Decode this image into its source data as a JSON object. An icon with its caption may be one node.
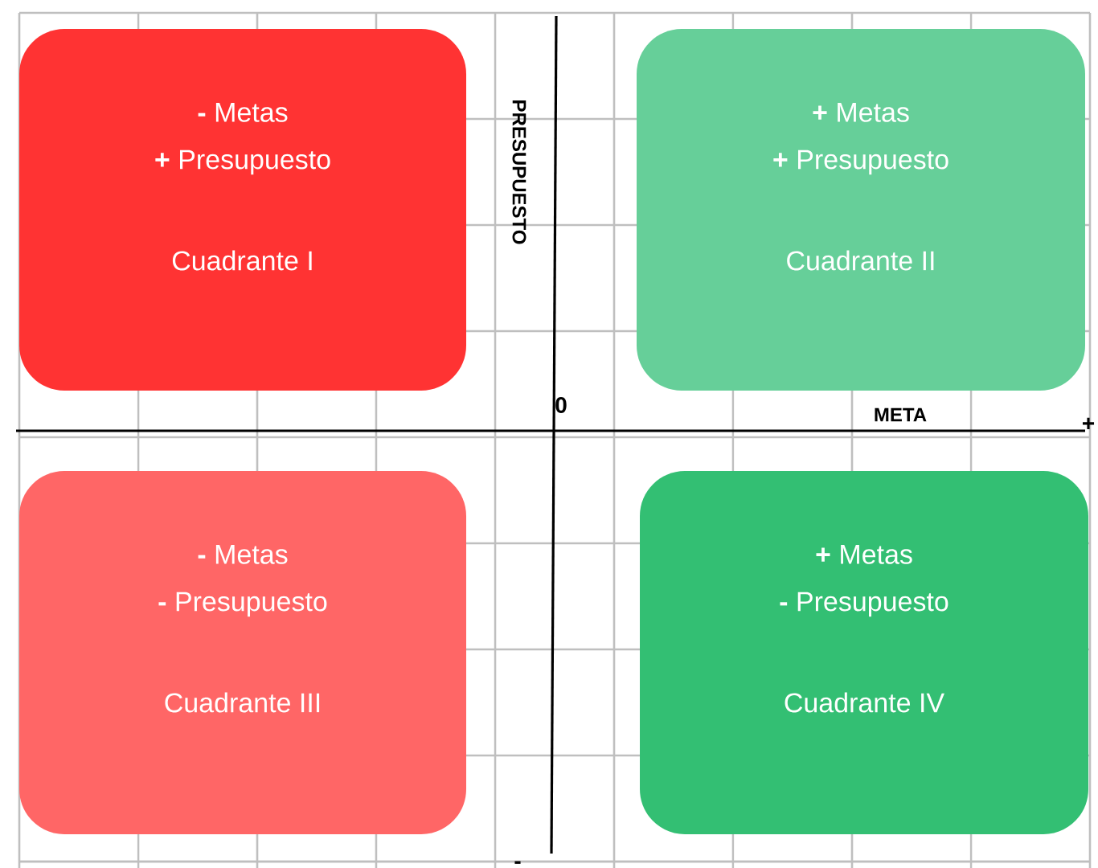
{
  "diagram": {
    "nodes": [
      {
        "text": [
          "**-** Metas",
          "**+** Presupuesto",
          "Cuadrante I"
        ]
      },
      {
        "text": [
          "**+** Metas",
          "**+** Presupuesto",
          "Cuadrante II"
        ]
      },
      {
        "text": [
          "**-** Metas",
          "**-** Presupuesto",
          "Cuadrante III"
        ]
      },
      {
        "text": [
          "**+** Metas",
          "**-** Presupuesto",
          "Cuadrante IV"
        ]
      }
    ],
    "labels": [
      "PRESUPUESTO",
      "0",
      "META",
      "+",
      "-"
    ]
  }
}
